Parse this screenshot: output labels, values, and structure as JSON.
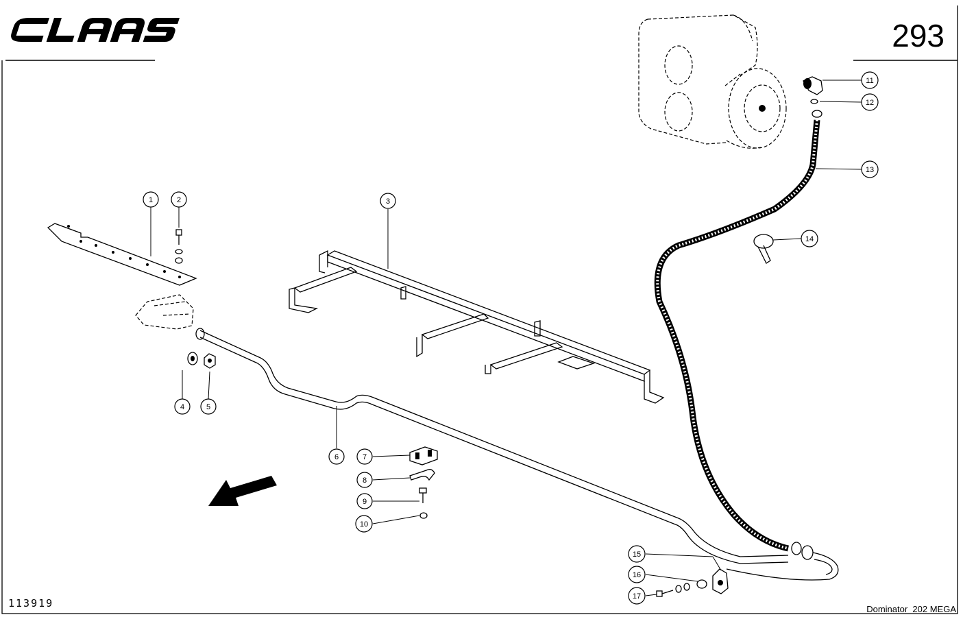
{
  "brand": "CLAAS",
  "page_number": "293",
  "drawing_code": "113919",
  "model": "Dominator  202 MEGA",
  "part_labels": [
    "1",
    "2",
    "3",
    "4",
    "5",
    "6",
    "7",
    "8",
    "9",
    "10",
    "11",
    "12",
    "13",
    "14",
    "15",
    "16",
    "17"
  ],
  "icons": [
    "claas-logo",
    "direction-arrow-icon"
  ]
}
